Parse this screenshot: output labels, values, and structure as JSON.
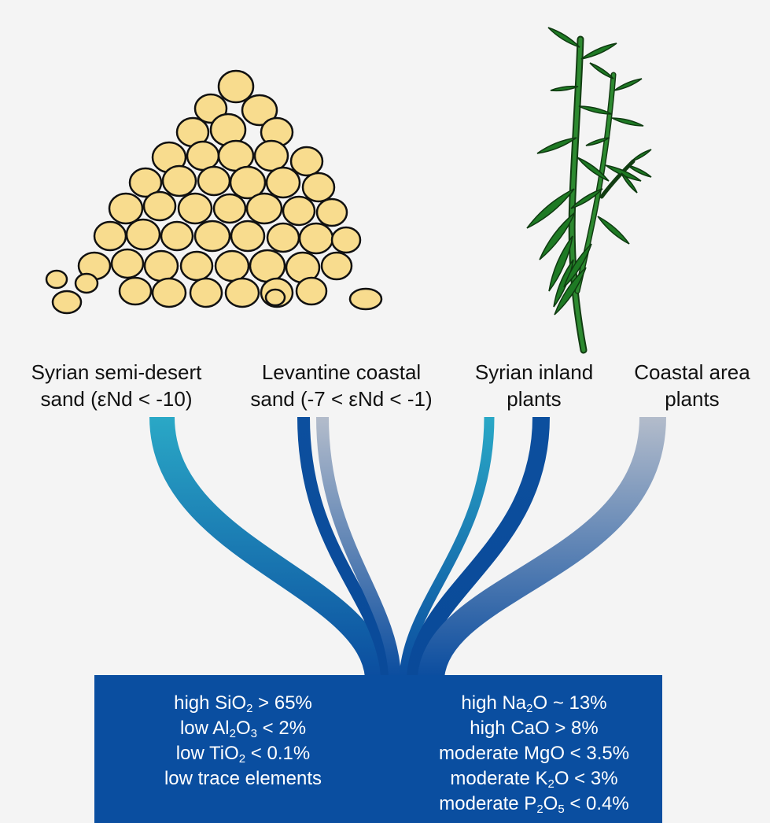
{
  "sources": [
    {
      "key": "sand1",
      "lines": [
        "Syrian semi-desert",
        "sand (εNd < -10)"
      ]
    },
    {
      "key": "sand2",
      "lines": [
        "Levantine coastal",
        "sand (-7 < εNd < -1)"
      ]
    },
    {
      "key": "plant1",
      "lines": [
        "Syrian inland",
        "plants"
      ]
    },
    {
      "key": "plant2",
      "lines": [
        "Coastal area",
        "plants"
      ]
    }
  ],
  "result": {
    "left_lines": [
      {
        "pre": "high SiO",
        "sub": "2",
        "post": " > 65%"
      },
      {
        "pre": "low Al",
        "sub": "2",
        "mid": "O",
        "sub2": "3",
        "post": " < 2%"
      },
      {
        "pre": "low TiO",
        "sub": "2",
        "post": " < 0.1%"
      },
      {
        "pre": "low trace elements"
      }
    ],
    "right_lines": [
      {
        "pre": "high Na",
        "sub": "2",
        "post": "O ~ 13%"
      },
      {
        "pre": "high CaO > 8%"
      },
      {
        "pre": "moderate MgO < 3.5%"
      },
      {
        "pre": "moderate K",
        "sub": "2",
        "post": "O < 3%"
      },
      {
        "pre": "moderate P",
        "sub": "2",
        "mid": "O",
        "sub2": "5",
        "post": " < 0.4%"
      }
    ]
  },
  "colors": {
    "background": "#f4f4f4",
    "box": "#0a4ea0",
    "stream_cyan": "#29a3c4",
    "stream_blue": "#0b4d9f",
    "stream_grey": "#a9b4c6",
    "sand_grain": "#f8dc8e",
    "plant_leaf": "#1e7a24"
  },
  "icons": [
    "sand-pile-icon",
    "plant-icon"
  ]
}
